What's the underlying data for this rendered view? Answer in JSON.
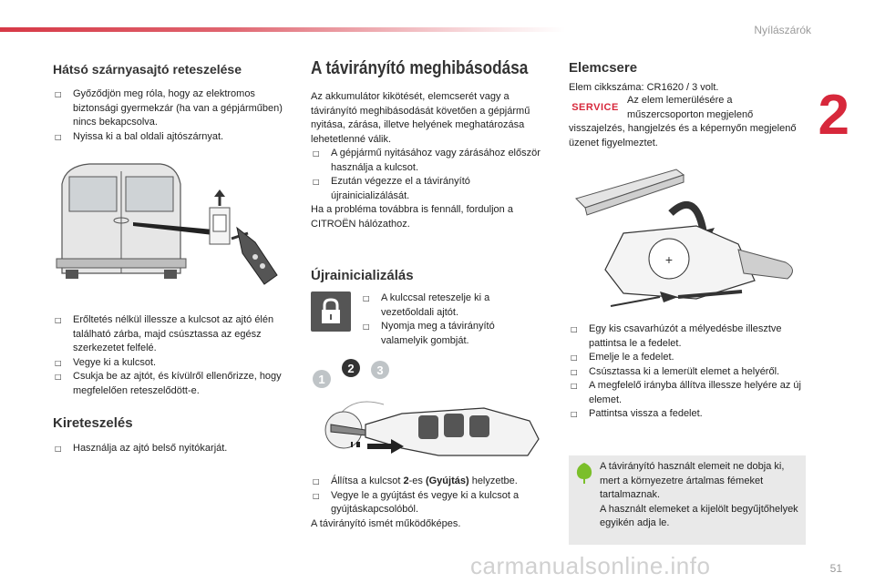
{
  "header": {
    "section_title": "Nyílászárók",
    "chapter_number": "2",
    "page_number": "51"
  },
  "col1": {
    "title1": "Hátsó szárnyasajtó reteszelése",
    "bullets1": [
      "Győződjön meg róla, hogy az elektromos biztonsági gyermekzár (ha van a gépjárműben) nincs bekapcsolva.",
      "Nyissa ki a bal oldali ajtószárnyat."
    ],
    "bullets2": [
      "Erőltetés nélkül illessze a kulcsot az ajtó élén található zárba, majd csúsztassa az egész szerkezetet felfelé.",
      "Vegye ki a kulcsot.",
      "Csukja be az ajtót, és kívülről ellenőrizze, hogy megfelelően reteszelődött-e."
    ],
    "title2": "Kireteszelés",
    "bullets3": [
      "Használja az ajtó belső nyitókarját."
    ]
  },
  "col2": {
    "title": "A távirányító meghibásodása",
    "intro": "Az akkumulátor kikötését, elemcserét vagy a távirányító meghibásodását követően a gépjármű nyitása, zárása, illetve helyének meghatározása lehetetlenné válik.",
    "bullets1": [
      "A gépjármű nyitásához vagy zárásához először használja a kulcsot.",
      "Ezután végezze el a távirányító újrainicializálását."
    ],
    "outro": "Ha a probléma továbbra is fennáll, forduljon a CITROËN hálózathoz.",
    "subtitle": "Újrainicializálás",
    "bullets2": [
      "A kulccsal reteszelje ki a vezetőoldali ajtót.",
      "Nyomja meg a távirányító valamelyik gombját."
    ],
    "step_b1_pre": "Állítsa a kulcsot ",
    "step_b1_num": "2",
    "step_b1_mid": "-es ",
    "step_b1_bold": "(Gyújtás)",
    "step_b1_post": " helyzetbe.",
    "step_b2": "Vegye le a gyújtást és vegye ki a kulcsot a gyújtáskapcsolóból.",
    "final": "A távirányító ismét működőképes."
  },
  "col3": {
    "title": "Elemcsere",
    "line1": "Elem cikkszáma: CR1620 / 3 volt.",
    "service_label": "SERVICE",
    "service_text_1": "Az elem lemerülésére a műszercsoporton megjelenő",
    "service_text_2": "visszajelzés, hangjelzés és a képernyőn megjelenő üzenet figyelmeztet.",
    "bullets": [
      "Egy kis csavarhúzót a mélyedésbe illesztve pattintsa le a fedelet.",
      "Emelje le a fedelet.",
      "Csúsztassa ki a lemerült elemet a helyéről.",
      "A megfelelő irányba állítva illessze helyére az új elemet.",
      "Pattintsa vissza a fedelet."
    ],
    "eco_note": "A távirányító használt elemeit ne dobja ki, mert a környezetre ártalmas fémeket tartalmaznak.",
    "eco_note2": "A használt elemeket a kijelölt begyűjtőhelyek egyikén adja le."
  },
  "footer": {
    "watermark": "carmanualsonline.info"
  },
  "colors": {
    "accent": "#d7283b",
    "eco_green": "#7bbf2a"
  },
  "icons": {
    "bullet": "square-bullet",
    "lock": "padlock-icon",
    "leaf": "leaf-icon"
  }
}
